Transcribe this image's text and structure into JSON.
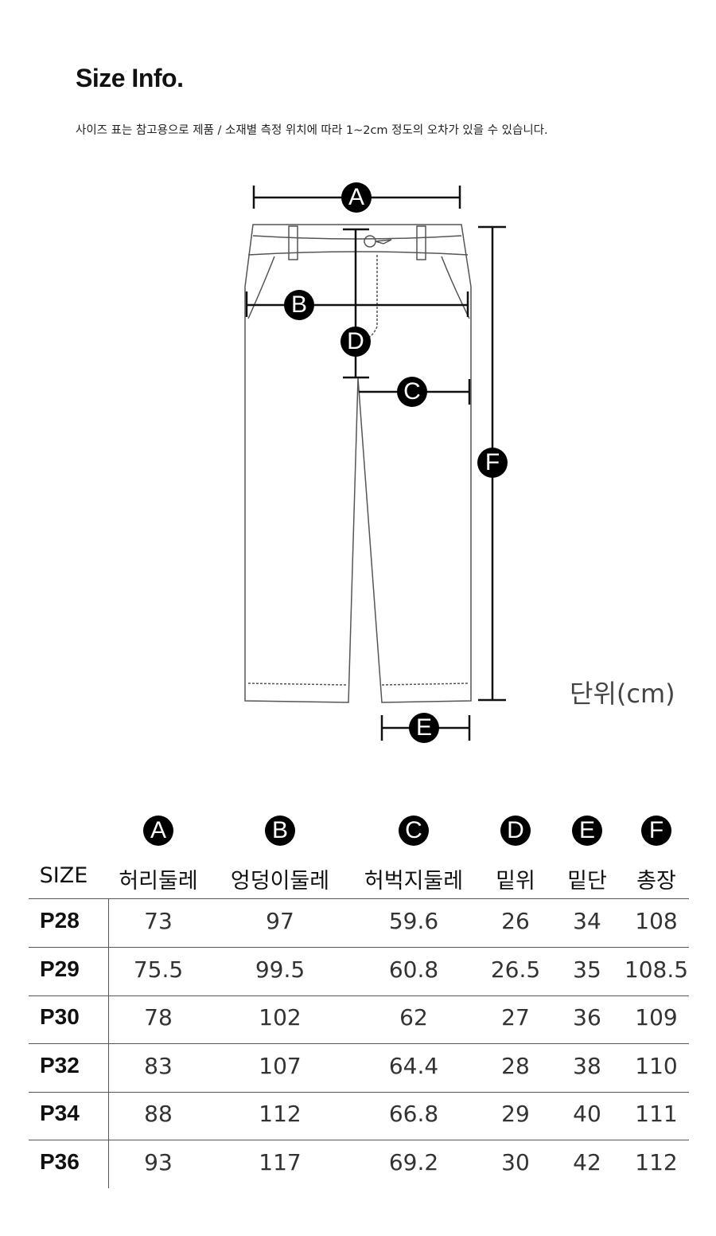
{
  "header": {
    "title": "Size Info.",
    "notice": "사이즈 표는 참고용으로 제품 / 소재별 측정 위치에 따라 1~2cm 정도의 오차가 있을 수 있습니다."
  },
  "diagram": {
    "markers": [
      "A",
      "B",
      "C",
      "D",
      "E",
      "F"
    ],
    "unit": "단위(cm)"
  },
  "table": {
    "size_header": "SIZE",
    "columns": [
      {
        "marker": "A",
        "label": "허리둘레"
      },
      {
        "marker": "B",
        "label": "엉덩이둘레"
      },
      {
        "marker": "C",
        "label": "허벅지둘레"
      },
      {
        "marker": "D",
        "label": "밑위"
      },
      {
        "marker": "E",
        "label": "밑단"
      },
      {
        "marker": "F",
        "label": "총장"
      }
    ],
    "rows": [
      {
        "size": "P28",
        "values": [
          "73",
          "97",
          "59.6",
          "26",
          "34",
          "108"
        ]
      },
      {
        "size": "P29",
        "values": [
          "75.5",
          "99.5",
          "60.8",
          "26.5",
          "35",
          "108.5"
        ]
      },
      {
        "size": "P30",
        "values": [
          "78",
          "102",
          "62",
          "27",
          "36",
          "109"
        ]
      },
      {
        "size": "P32",
        "values": [
          "83",
          "107",
          "64.4",
          "28",
          "38",
          "110"
        ]
      },
      {
        "size": "P34",
        "values": [
          "88",
          "112",
          "66.8",
          "29",
          "40",
          "111"
        ]
      },
      {
        "size": "P36",
        "values": [
          "93",
          "117",
          "69.2",
          "30",
          "42",
          "112"
        ]
      }
    ]
  }
}
